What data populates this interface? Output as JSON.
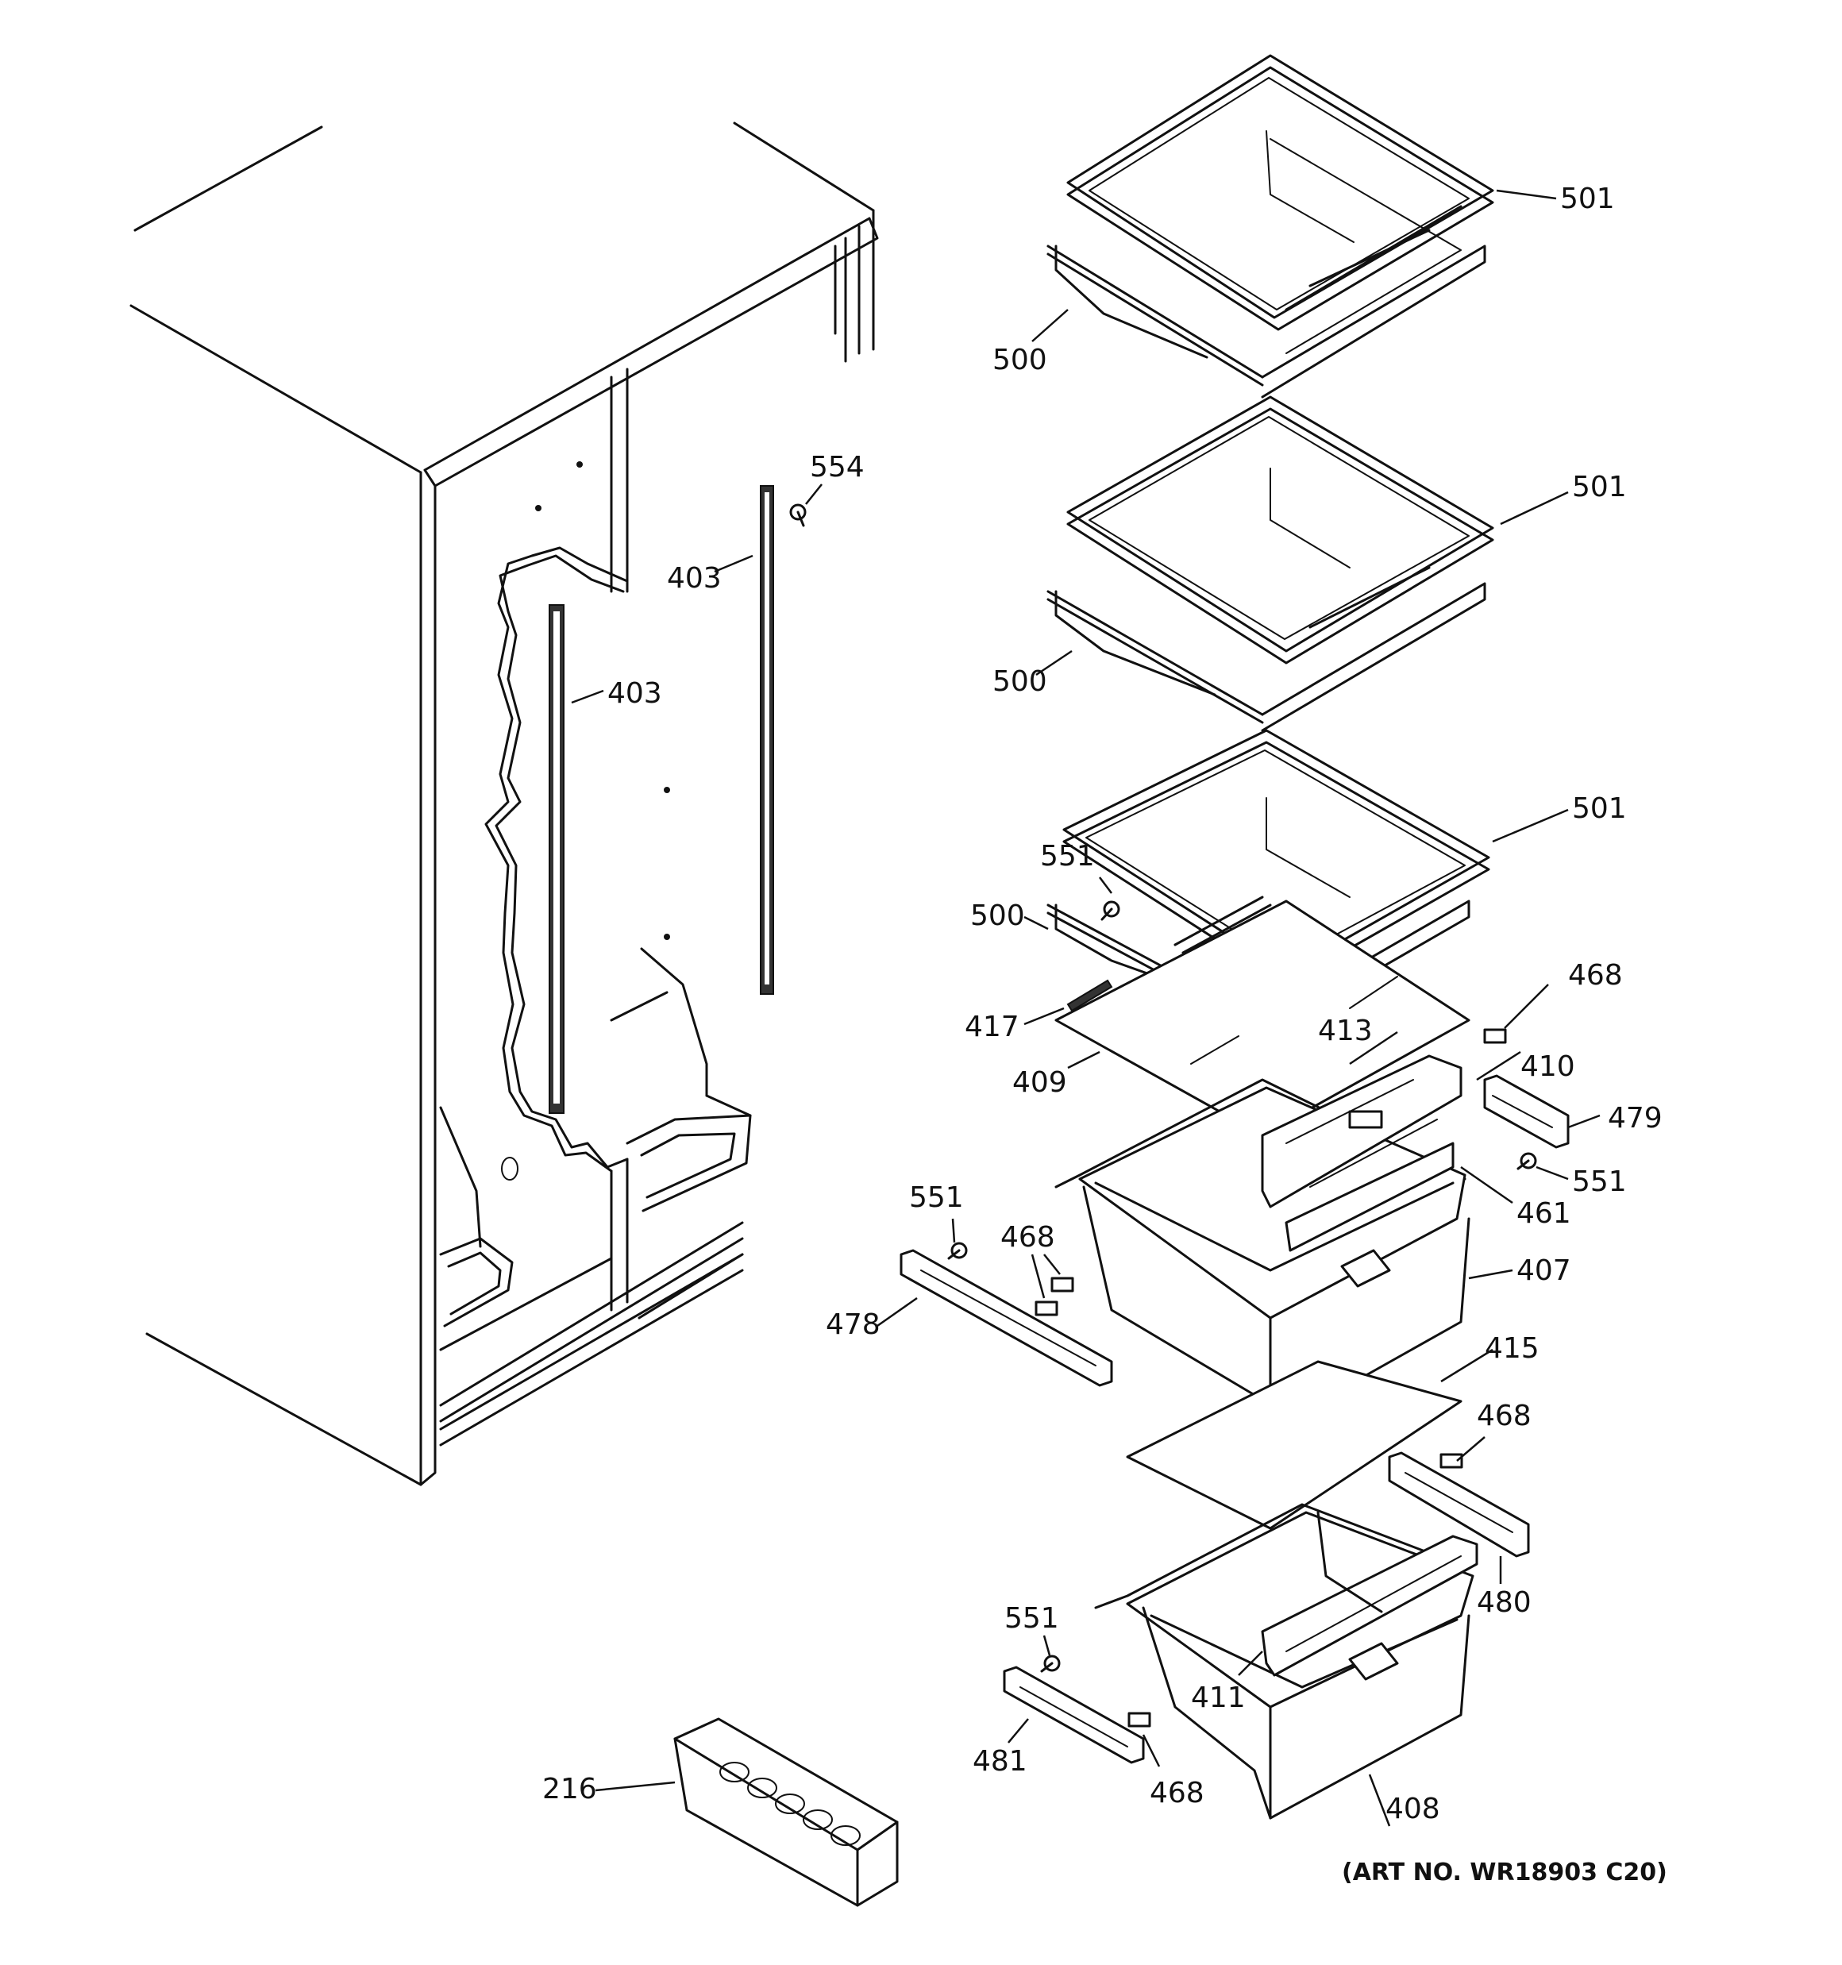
{
  "labels": {
    "p501_top": "501",
    "p500_top": "500",
    "p501_mid": "501",
    "p500_mid": "500",
    "p554": "554",
    "p403_right": "403",
    "p403_left": "403",
    "p501_low": "501",
    "p551_shelf": "551",
    "p500_low": "500",
    "p468_right_top": "468",
    "p417": "417",
    "p413": "413",
    "p410": "410",
    "p409": "409",
    "p479": "479",
    "p551_right": "551",
    "p461": "461",
    "p551_left": "551",
    "p468_left": "468",
    "p407": "407",
    "p478": "478",
    "p415": "415",
    "p468_right_mid": "468",
    "p480": "480",
    "p551_bottom": "551",
    "p411": "411",
    "p481": "481",
    "p468_bottom": "468",
    "p408": "408",
    "p216": "216"
  },
  "art_number": "(ART NO. WR18903 C20)"
}
